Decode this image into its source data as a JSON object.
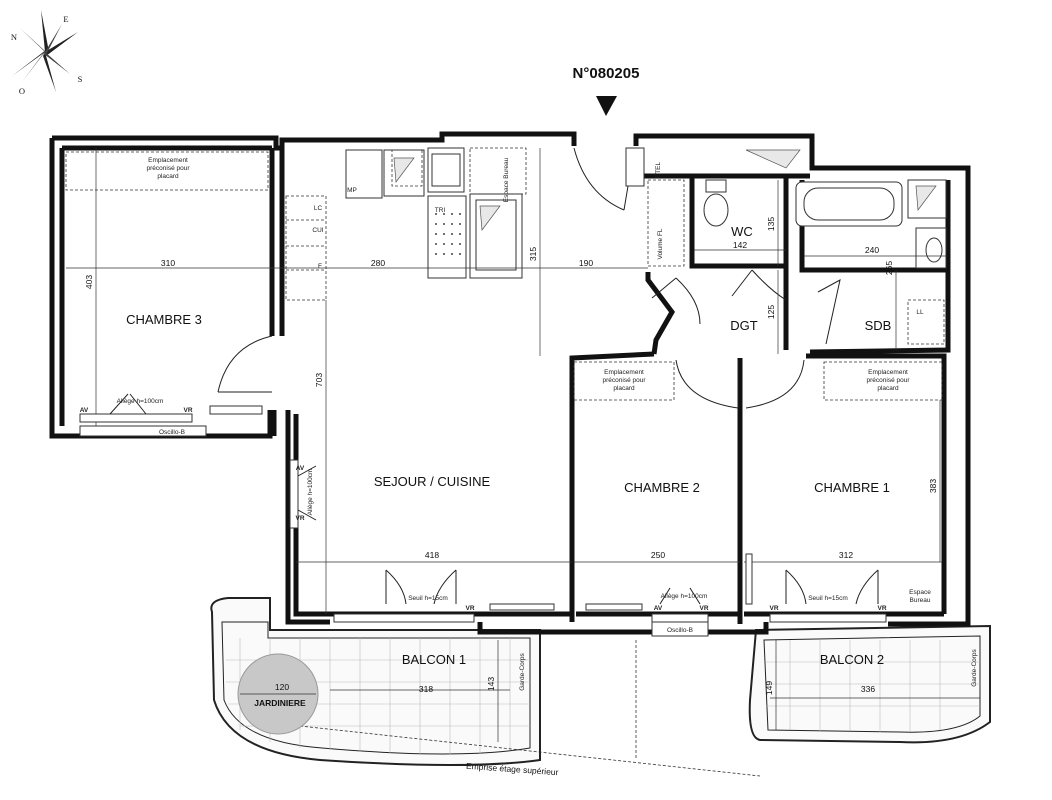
{
  "plan": {
    "lot_number": "N°080205",
    "compass": {
      "n": "N",
      "e": "E",
      "s": "S",
      "o": "O"
    },
    "rooms": {
      "chambre3": "CHAMBRE 3",
      "sejour": "SEJOUR / CUISINE",
      "chambre2": "CHAMBRE 2",
      "chambre1": "CHAMBRE 1",
      "wc": "WC",
      "dgt": "DGT",
      "sdb": "SDB",
      "balcon1": "BALCON 1",
      "balcon2": "BALCON 2",
      "jardiniere": "JARDINIERE"
    },
    "dimensions": {
      "c3_width": "310",
      "c3_height": "403",
      "kitchen_280": "280",
      "kitchen_315": "315",
      "hall_190": "190",
      "wc_142": "142",
      "wc_135": "135",
      "sdb_240": "240",
      "sdb_265": "265",
      "dgt_125": "125",
      "sejour_703": "703",
      "sejour_418": "418",
      "c2_250": "250",
      "c1_312": "312",
      "c1_383": "383",
      "b1_120": "120",
      "b1_318": "318",
      "b1_143": "143",
      "b2_149": "149",
      "b2_336": "336"
    },
    "labels": {
      "placard": "Emplacement préconisé pour placard",
      "mp": "MP",
      "lc": "LC",
      "cui": "CUI",
      "f": "F",
      "tri": "TRI",
      "espace_bureau": "Espace Bureau",
      "etel": "ETEL",
      "volume_fl": "Volume FL",
      "ll": "LL",
      "allege_c3": "Allège h=100cm",
      "allege_sej": "Allège h=100cm",
      "allege_c2": "Allège h=100cm",
      "seuil_sej": "Seuil h=15cm",
      "seuil_c1": "Seuil h=15cm",
      "oscillo_c3": "Oscillo-B",
      "oscillo_c2": "Oscillo-B",
      "av": "AV",
      "vr": "VR",
      "garde_corps": "Garde-Corps",
      "emprise": "Emprise étage supérieur"
    }
  }
}
